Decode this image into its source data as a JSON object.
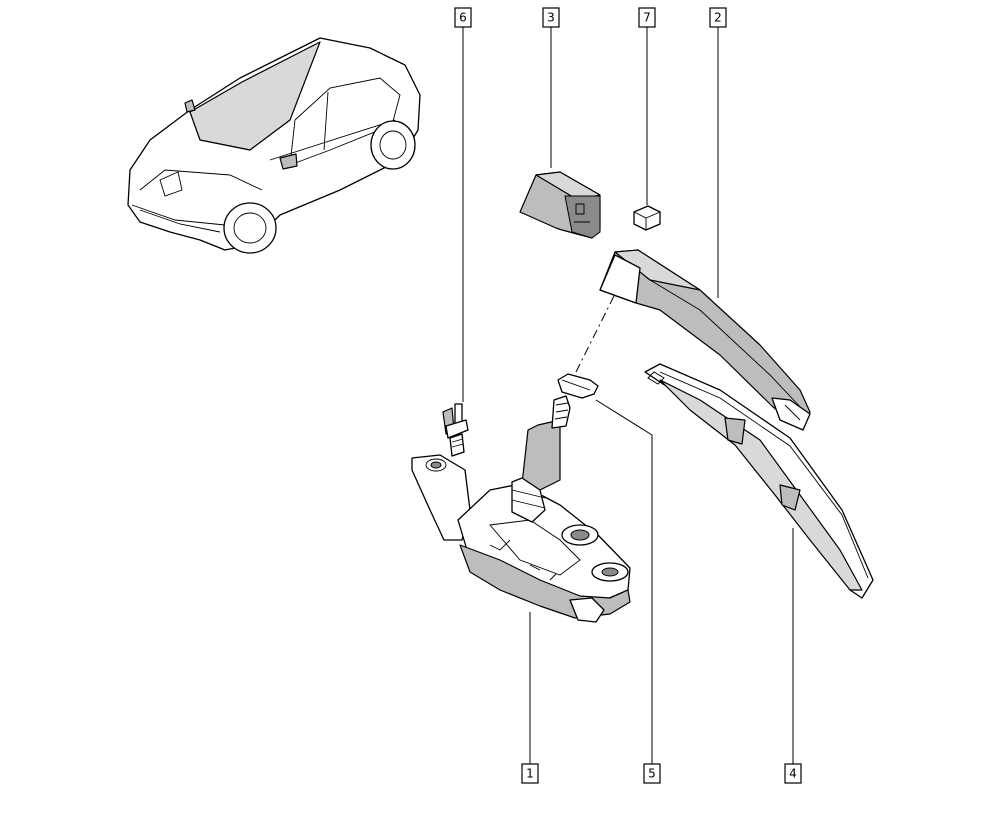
{
  "callouts": [
    {
      "id": "c1",
      "label": "1"
    },
    {
      "id": "c2",
      "label": "2"
    },
    {
      "id": "c3",
      "label": "3"
    },
    {
      "id": "c4",
      "label": "4"
    },
    {
      "id": "c5",
      "label": "5"
    },
    {
      "id": "c6",
      "label": "6"
    },
    {
      "id": "c7",
      "label": "7"
    }
  ],
  "icons": {
    "vehicle": "car-icon",
    "motor": "wiper-motor-icon",
    "arm": "wiper-arm-icon",
    "cap": "arm-cap-icon",
    "blade": "wiper-blade-icon",
    "seal": "seal-icon",
    "bolt": "bolt-icon",
    "nut": "nut-icon"
  }
}
